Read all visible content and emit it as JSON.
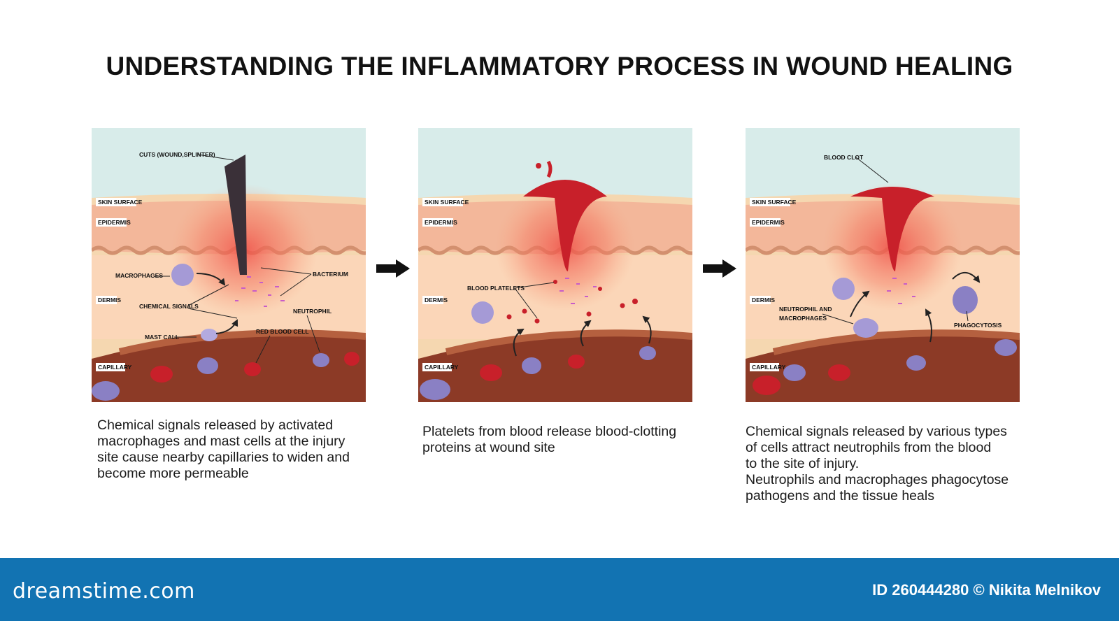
{
  "title": "UNDERSTANDING THE INFLAMMATORY PROCESS IN WOUND HEALING",
  "colors": {
    "sky": "#d8ecea",
    "epidermis": "#f3b79a",
    "dermis": "#fbd6b8",
    "capillary": "#8c3a26",
    "blood": "#c8202a",
    "immune_cell": "#a59ad6",
    "footer": "#1273b2"
  },
  "panels": [
    {
      "labels": {
        "cut": "CUTS (WOUND,SPLINTER)",
        "skin_surface": "SKIN SURFACE",
        "epidermis": "EPIDERMIS",
        "macrophages": "MACROPHAGES",
        "bacterium": "BACTERIUM",
        "dermis": "DERMIS",
        "chemical_signals": "CHEMICAL SIGNALS",
        "neutrophil": "NEUTROPHIL",
        "mast_cell": "MAST CALL",
        "red_blood_cell": "RED BLOOD CELL",
        "capillary": "CAPILLARY"
      },
      "caption": [
        "Chemical signals released by activated",
        "macrophages and mast cells at the injury",
        "site cause nearby capillaries to widen and",
        "become more permeable"
      ]
    },
    {
      "labels": {
        "skin_surface": "SKIN SURFACE",
        "epidermis": "EPIDERMIS",
        "blood_platelets": "BLOOD PLATELETS",
        "dermis": "DERMIS",
        "capillary": "CAPILLARY"
      },
      "caption": [
        "Platelets from blood release blood-clotting",
        "proteins at wound site"
      ]
    },
    {
      "labels": {
        "blood_clot": "BLOOD CLOT",
        "skin_surface": "SKIN SURFACE",
        "epidermis": "EPIDERMIS",
        "dermis": "DERMIS",
        "neutrophil_and_macrophages_1": "NEUTROPHIL AND",
        "neutrophil_and_macrophages_2": "MACROPHAGES",
        "phagocytosis": "PHAGOCYTOSIS",
        "capillary": "CAPILLARY"
      },
      "caption": [
        "Chemical signals released by various types",
        "of cells attract neutrophils from the blood",
        "to the site of injury.",
        "Neutrophils and macrophages phagocytose",
        "pathogens and the tissue heals"
      ]
    }
  ],
  "footer": {
    "brand": "dreamstime.com",
    "credit": "ID 260444280 © Nikita Melnikov"
  }
}
